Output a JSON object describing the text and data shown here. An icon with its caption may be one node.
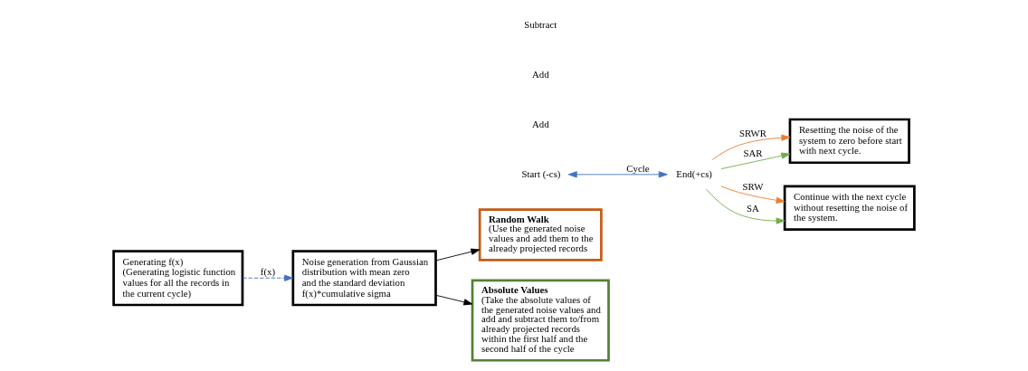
{
  "diagram": {
    "nodes": [
      {
        "text": [
          "Generating f(x)",
          "(Generating logistic function values for all the records in the current cycle)"
        ]
      },
      {
        "text": [
          "Noise generation from Gaussian distribution with mean zero and the standard deviation f(x)*cumulative sigma"
        ]
      },
      {
        "text": [
          "Random Walk",
          "(Use the generated noise values and add them to the already projected records"
        ]
      },
      {
        "text": [
          "Absolute Values",
          "(Take the absolute values of the generated noise values and add and subtract them to/from already projected records within the first half and the second half of the cycle"
        ]
      },
      {
        "text": [
          "Resetting the noise of the system to zero before start with next cycle."
        ]
      },
      {
        "text": [
          "Continue with the next cycle without resetting the noise of the system."
        ]
      },
      {
        "text": [
          "Start (-cs)"
        ]
      },
      {
        "text": [
          "End(+cs)"
        ]
      }
    ],
    "edges": [
      {
        "from": 0,
        "to": 1,
        "arrow": "to",
        "label": "f(x)",
        "style": "dashed",
        "color": "#4472c4"
      },
      {
        "from": 1,
        "to": 2,
        "arrow": "to",
        "color": "#000000"
      },
      {
        "from": 1,
        "to": 3,
        "arrow": "to",
        "color": "#000000"
      },
      {
        "from": 6,
        "to": 7,
        "arrow": "both",
        "label": "Cycle",
        "color": "#4472c4"
      },
      {
        "from": 7,
        "to": 4,
        "arrow": "to",
        "label": "SRWR",
        "color": "#ed7d31"
      },
      {
        "from": 7,
        "to": 5,
        "arrow": "to",
        "label": "SRW",
        "color": "#ed7d31"
      },
      {
        "from": 7,
        "to": 4,
        "arrow": "to",
        "label": "SAR",
        "color": "#70ad47"
      },
      {
        "from": 7,
        "to": 5,
        "arrow": "to",
        "label": "SA",
        "color": "#70ad47"
      }
    ],
    "labels": [
      "Add",
      "Add",
      "Subtract"
    ]
  }
}
